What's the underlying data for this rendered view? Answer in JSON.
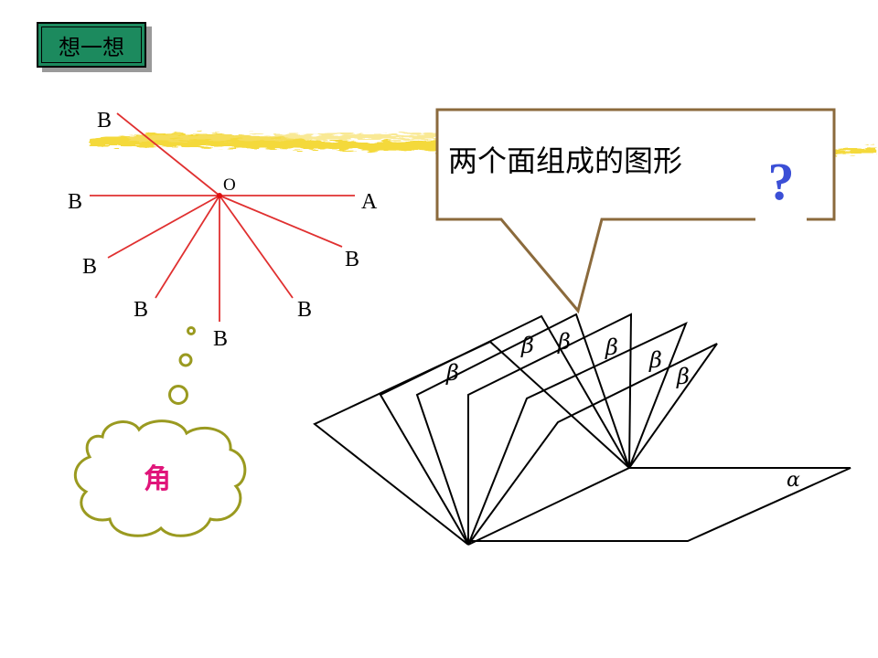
{
  "title_button": {
    "label": "想一想"
  },
  "angle_diagram": {
    "vertex_label": "O",
    "initial_ray_label": "A",
    "ray_labels": [
      "B",
      "B",
      "B",
      "B",
      "B",
      "B",
      "B"
    ]
  },
  "thought_bubble": {
    "text": "角"
  },
  "callout": {
    "text": "两个面组成的图形",
    "question_mark": "?"
  },
  "dihedral_diagram": {
    "base_plane_label": "α",
    "half_plane_labels": [
      "β",
      "β",
      "β",
      "β",
      "β",
      "β"
    ]
  },
  "colors": {
    "ray": "#e03030",
    "vertex": "#e01010",
    "highlight_band": "#f2d21a",
    "callout_border": "#8b6a3c",
    "question_mark": "#3b4fd6",
    "bubble_outline": "#9a9a20",
    "bubble_text": "#e0157a",
    "title_fill": "#1c8a5e"
  }
}
